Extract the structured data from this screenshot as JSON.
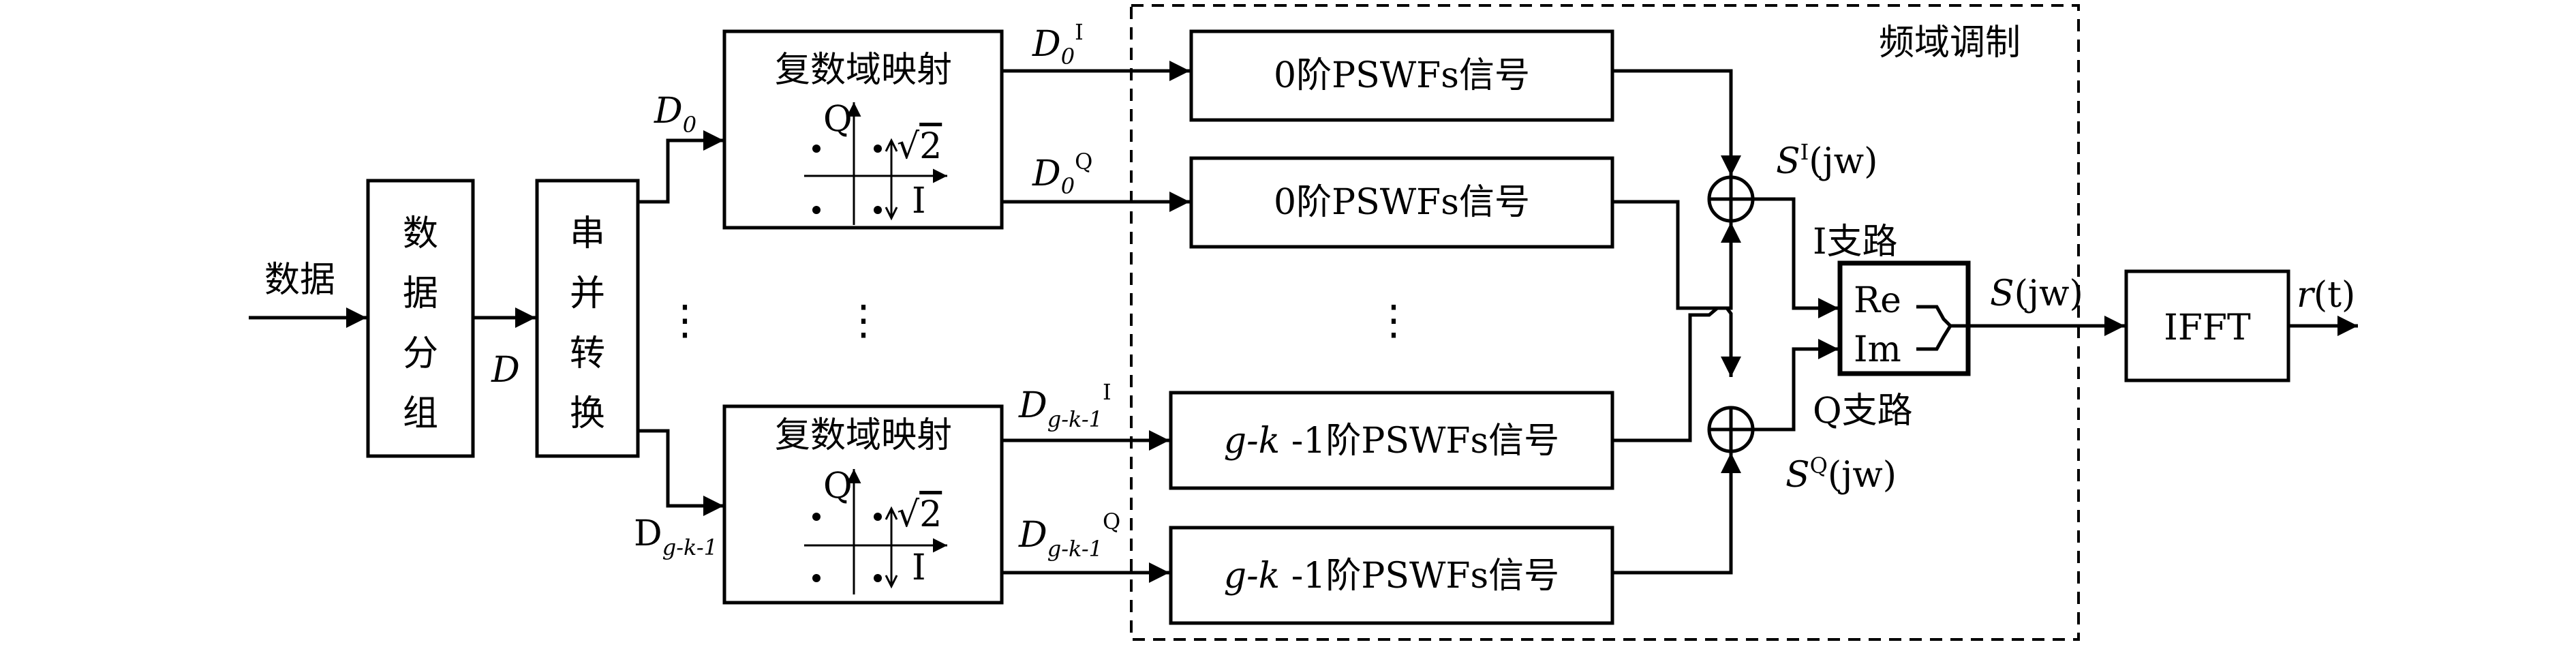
{
  "input_label": "数据",
  "grouping_box": [
    "数",
    "据",
    "分",
    "组"
  ],
  "grouping_output": "D",
  "sp_box": [
    "串",
    "并",
    "转",
    "换"
  ],
  "sp_output_top": {
    "base": "D",
    "sub": "0"
  },
  "sp_output_bottom": {
    "base": "D",
    "sub": "g-k-1"
  },
  "mapper": {
    "title": "复数域映射",
    "q_axis": "Q",
    "i_axis": "I",
    "amplitude_radicand": "2",
    "amplitude_sign": "√"
  },
  "mapper_outputs": {
    "top_i": {
      "base": "D",
      "sub": "0",
      "sup": "I"
    },
    "top_q": {
      "base": "D",
      "sub": "0",
      "sup": "Q"
    },
    "bottom_i": {
      "base": "D",
      "sub": "g-k-1",
      "sup": "I"
    },
    "bottom_q": {
      "base": "D",
      "sub": "g-k-1",
      "sup": "Q"
    }
  },
  "pswf_blocks": {
    "first": "0阶PSWFs信号",
    "second": "0阶PSWFs信号",
    "third_prefix": "g-k",
    "third_suffix": " -1阶PSWFs信号",
    "fourth_prefix": "g-k",
    "fourth_suffix": " -1阶PSWFs信号"
  },
  "freq_mod_title": "频域调制",
  "sum_i": {
    "base": "S",
    "sup": "I",
    "arg": "(jw)"
  },
  "sum_q": {
    "base": "S",
    "sup": "Q",
    "arg": "(jw)"
  },
  "branch_i": "I支路",
  "branch_q": "Q支路",
  "combiner": {
    "re": "Re",
    "im": "Im"
  },
  "combined": {
    "base": "S",
    "arg": "(jw)"
  },
  "ifft": "IFFT",
  "output": {
    "base": "r",
    "arg": "(t)"
  },
  "ellipsis": "⋮"
}
